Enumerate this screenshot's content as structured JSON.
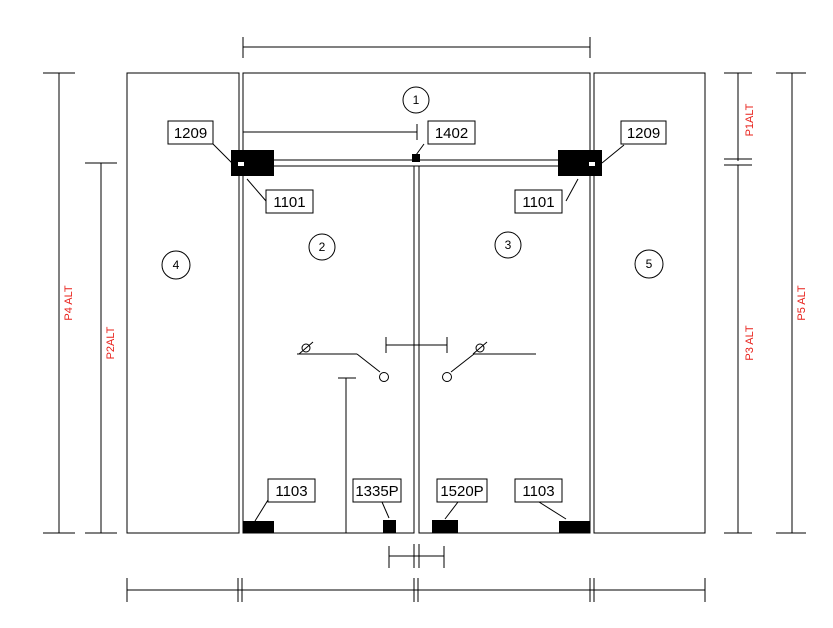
{
  "panels": {
    "p1": "1",
    "p2": "2",
    "p3": "3",
    "p4": "4",
    "p5": "5"
  },
  "callouts": {
    "c1209_left": "1209",
    "c1402": "1402",
    "c1209_right": "1209",
    "c1101_left": "1101",
    "c1101_right": "1101",
    "c1103_left": "1103",
    "c1335p": "1335P",
    "c1520p": "1520P",
    "c1103_right": "1103"
  },
  "dimensions": {
    "p4_alt": "P4 ALT",
    "p2_alt": "P2ALT",
    "p1_alt": "P1ALT",
    "p3_alt": "P3 ALT",
    "p5_alt": "P5 ALT"
  },
  "colors": {
    "line": "#000000",
    "dimension_text": "#e8201a",
    "background": "#ffffff"
  }
}
